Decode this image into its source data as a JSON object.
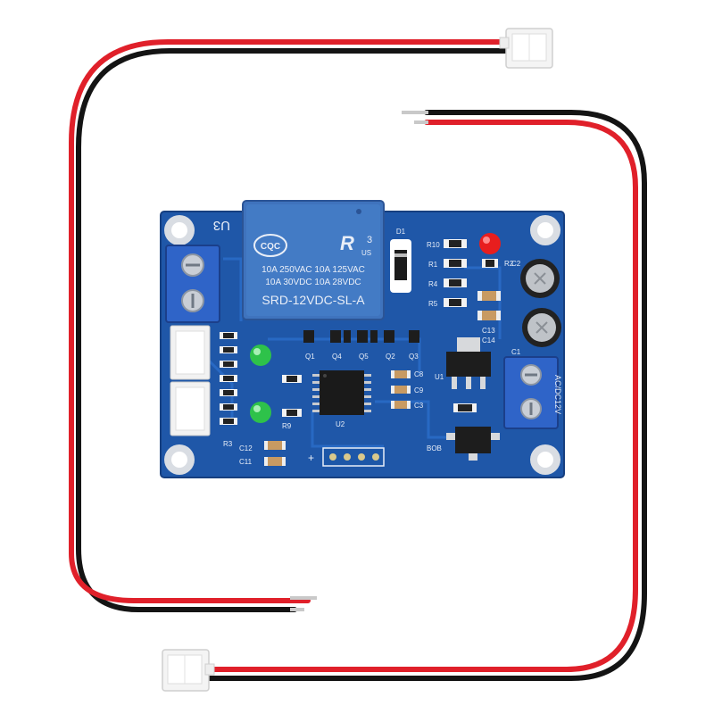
{
  "relay": {
    "logo": "CQC",
    "rating_1": "10A 250VAC  10A 125VAC",
    "rating_2": "10A  30VDC  10A  28VDC",
    "model": "SRD-12VDC-SL-A",
    "ul_mark": "R",
    "us_mark": "US",
    "number": "3"
  },
  "board": {
    "label_u3": "U3",
    "label_u1": "U1",
    "label_u2": "U2",
    "label_d1": "D1",
    "label_q1": "Q1",
    "label_q2": "Q2",
    "label_q3": "Q3",
    "label_q4": "Q4",
    "label_q5": "Q5",
    "label_r1": "R1",
    "label_r2": "R2",
    "label_r3": "R3",
    "label_r4": "R4",
    "label_r5": "R5",
    "label_r9": "R9",
    "label_r10": "R10",
    "label_c1": "C1",
    "label_c2": "C2",
    "label_c3": "C3",
    "label_c8": "C8",
    "label_c9": "C9",
    "label_c11": "C11",
    "label_c12": "C12",
    "label_c13": "C13",
    "label_c14": "C14",
    "label_bob": "BOB",
    "label_power": "AC/DC12V",
    "label_plus": "+"
  },
  "colors": {
    "pcb": "#1f57a8",
    "relay": "#3f73bd",
    "wire_red": "#e0202a",
    "wire_black": "#141414",
    "led_green": "#2ec24a",
    "led_red": "#e81e1e",
    "terminal": "#2f64c8"
  }
}
